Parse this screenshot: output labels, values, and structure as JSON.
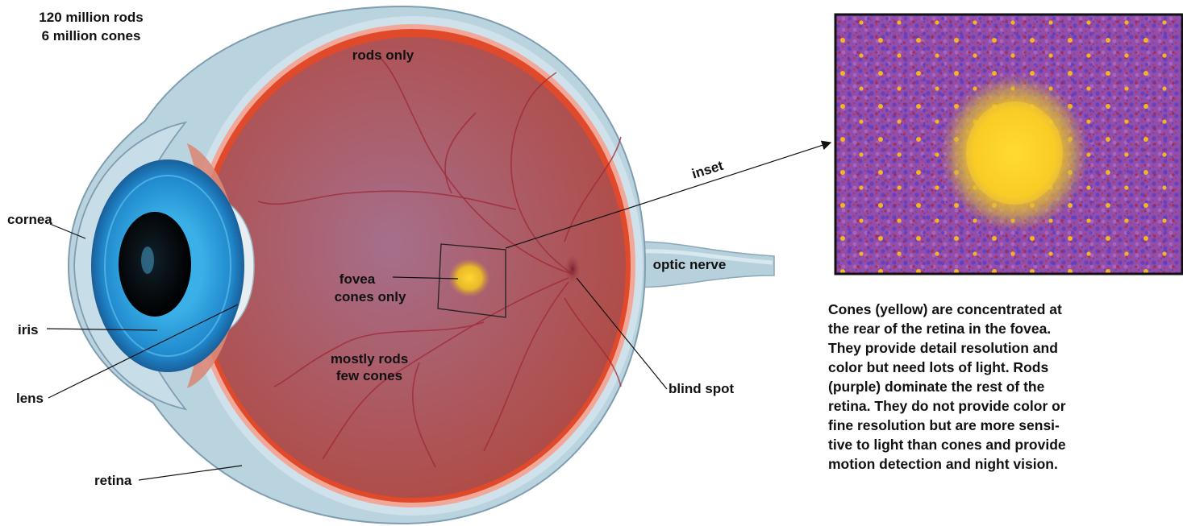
{
  "header": {
    "rods_count": "120 million rods",
    "cones_count": "6 million cones"
  },
  "labels": {
    "rods_only": "rods only",
    "inset": "inset",
    "cornea": "cornea",
    "optic_nerve": "optic nerve",
    "fovea_line1": "fovea",
    "fovea_line2": "cones only",
    "iris": "iris",
    "mostly_rods_line1": "mostly rods",
    "mostly_rods_line2": "few cones",
    "blind_spot": "blind spot",
    "lens": "lens",
    "retina": "retina"
  },
  "caption": {
    "lines": [
      "Cones (yellow) are concentrated at",
      "the rear of the retina in the fovea.",
      "They provide detail resolution and",
      "color but need lots of light. Rods",
      "(purple) dominate the rest of the",
      "retina. They do not provide color or",
      "fine resolution but are more sensi-",
      "tive to light than cones and provide",
      "motion detection and night vision."
    ]
  },
  "colors": {
    "rods": "#8f4fb0",
    "cones": "#f2c21b",
    "retina": "#e04a2a",
    "eyeball": "#b0524e",
    "iris": "#1f8fd0",
    "sclera": "#b9d3df"
  }
}
